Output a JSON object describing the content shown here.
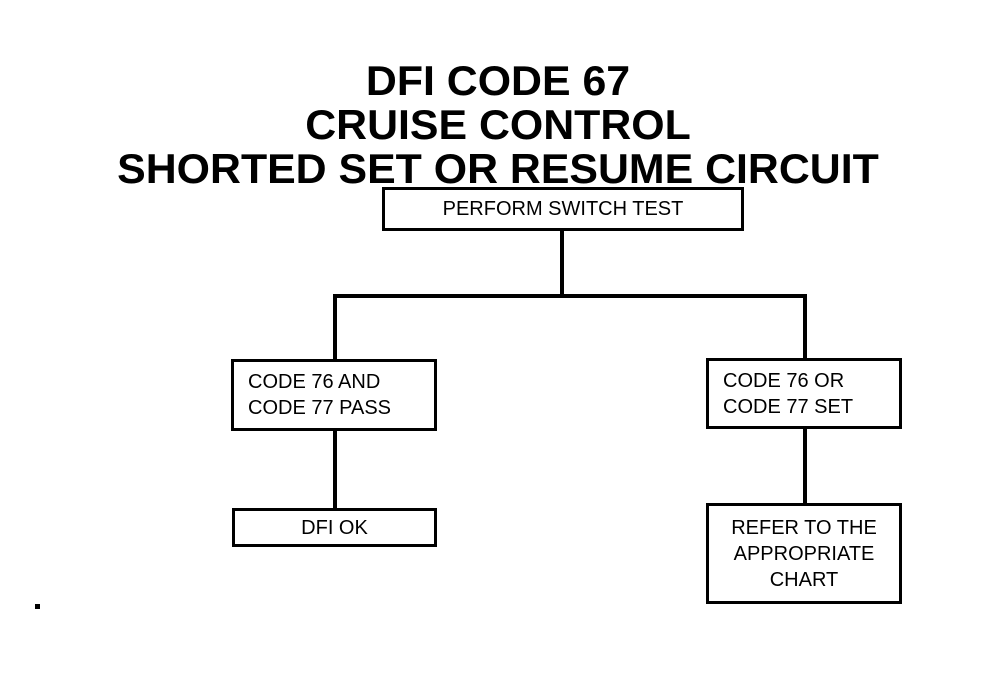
{
  "title": {
    "line1": "DFI CODE 67",
    "line2": "CRUISE CONTROL",
    "line3": "SHORTED SET OR RESUME CIRCUIT"
  },
  "chart_data": {
    "type": "diagram",
    "diagram_kind": "flowchart",
    "title": "DFI CODE 67 CRUISE CONTROL SHORTED SET OR RESUME CIRCUIT",
    "orientation": "top-down",
    "nodes": [
      {
        "id": "perform-switch-test",
        "lines": [
          "PERFORM SWITCH TEST"
        ],
        "shape": "rectangle",
        "level": 0
      },
      {
        "id": "code-pass",
        "lines": [
          "CODE 76 AND",
          "CODE 77 PASS"
        ],
        "shape": "rectangle",
        "level": 1,
        "branch": "left"
      },
      {
        "id": "code-set",
        "lines": [
          "CODE 76 OR",
          "CODE 77 SET"
        ],
        "shape": "rectangle",
        "level": 1,
        "branch": "right"
      },
      {
        "id": "dfi-ok",
        "lines": [
          "DFI OK"
        ],
        "shape": "rectangle",
        "level": 2,
        "branch": "left"
      },
      {
        "id": "refer-chart",
        "lines": [
          "REFER TO THE",
          "APPROPRIATE",
          "CHART"
        ],
        "shape": "rectangle",
        "level": 2,
        "branch": "right"
      }
    ],
    "edges": [
      {
        "from": "perform-switch-test",
        "to": "code-pass",
        "style": "orthogonal",
        "label": ""
      },
      {
        "from": "perform-switch-test",
        "to": "code-set",
        "style": "orthogonal",
        "label": ""
      },
      {
        "from": "code-pass",
        "to": "dfi-ok",
        "style": "straight",
        "label": ""
      },
      {
        "from": "code-set",
        "to": "refer-chart",
        "style": "straight",
        "label": ""
      }
    ],
    "colors": {
      "line": "#000000",
      "fill": "#ffffff",
      "text": "#000000"
    }
  },
  "nodes": {
    "perform_switch_test": {
      "line1": "PERFORM SWITCH TEST"
    },
    "code_pass": {
      "line1": "CODE 76 AND",
      "line2": "CODE 77 PASS"
    },
    "code_set": {
      "line1": "CODE 76 OR",
      "line2": "CODE 77 SET"
    },
    "dfi_ok": {
      "line1": "DFI OK"
    },
    "refer_chart": {
      "line1": "REFER TO THE",
      "line2": "APPROPRIATE",
      "line3": "CHART"
    }
  }
}
